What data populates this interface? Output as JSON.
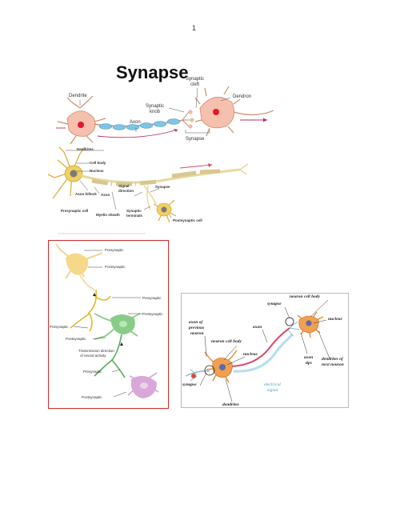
{
  "page_number": "1",
  "title": "Synapse",
  "colors": {
    "panel_border": "#d02a2a",
    "neuron_pink": "#f5c0ae",
    "neuron_nucleus_red": "#e2182a",
    "myelin_blue": "#7ec4e8",
    "signal_red": "#d84a6a",
    "yellow_neuron": "#f0d060",
    "presyn_yellow": "#f6d88a",
    "postsyn_green": "#88cc88",
    "postsyn_purple": "#d8a8d8",
    "orange_neuron": "#f0a050"
  },
  "figure1": {
    "dendrite": "Dendrite",
    "axon": "Axon",
    "synaptic_knob_1": "Synaptic",
    "synaptic_knob_2": "knob",
    "synaptic_cleft_1": "Synaptic",
    "synaptic_cleft_2": "cleft",
    "dendron": "Dendron",
    "synapse": "Synapse"
  },
  "figure2": {
    "dendrites": "Dendrites",
    "cell_body": "Cell body",
    "nucleus": "Nucleus",
    "axon_hillock": "Axon hillock",
    "axon": "Axon",
    "signal_direction_1": "Signal",
    "signal_direction_2": "direction",
    "synapse": "Synapse",
    "presynaptic_cell": "Presynaptic cell",
    "myelin_sheath": "Myelin sheath",
    "synaptic_terminals_1": "Synaptic",
    "synaptic_terminals_2": "terminals",
    "postsynaptic_cell": "Postsynaptic cell"
  },
  "figure3": {
    "presynaptic_top": "Presynaptic",
    "postsynaptic_top": "Postsynaptic",
    "presynaptic_mid": "Presynaptic",
    "postsynaptic_mid": "Postsynaptic",
    "presynaptic_left": "Presynaptic",
    "postsynaptic_left": "Postsynaptic",
    "transmission_1": "Transmission direction",
    "transmission_2": "of neural activity",
    "presynaptic_low": "Presynaptic",
    "postsynaptic_low": "Postsynaptic"
  },
  "figure4": {
    "neuron_cell_body_top": "neuron cell body",
    "synapse_top": "synapse",
    "nucleus_top": "nucleus",
    "axon_prev_1": "axon of",
    "axon_prev_2": "previous",
    "axon_prev_3": "neuron",
    "axon": "axon",
    "neuron_cell_body": "neuron cell body",
    "nucleus": "nucleus",
    "axon_tips_1": "axon",
    "axon_tips_2": "tips",
    "dendrites_next_1": "dendrites of",
    "dendrites_next_2": "next neuron",
    "synapse_bottom": "synapse",
    "electrical_signal_1": "electrical",
    "electrical_signal_2": "signal",
    "dendrites": "dendrites"
  }
}
